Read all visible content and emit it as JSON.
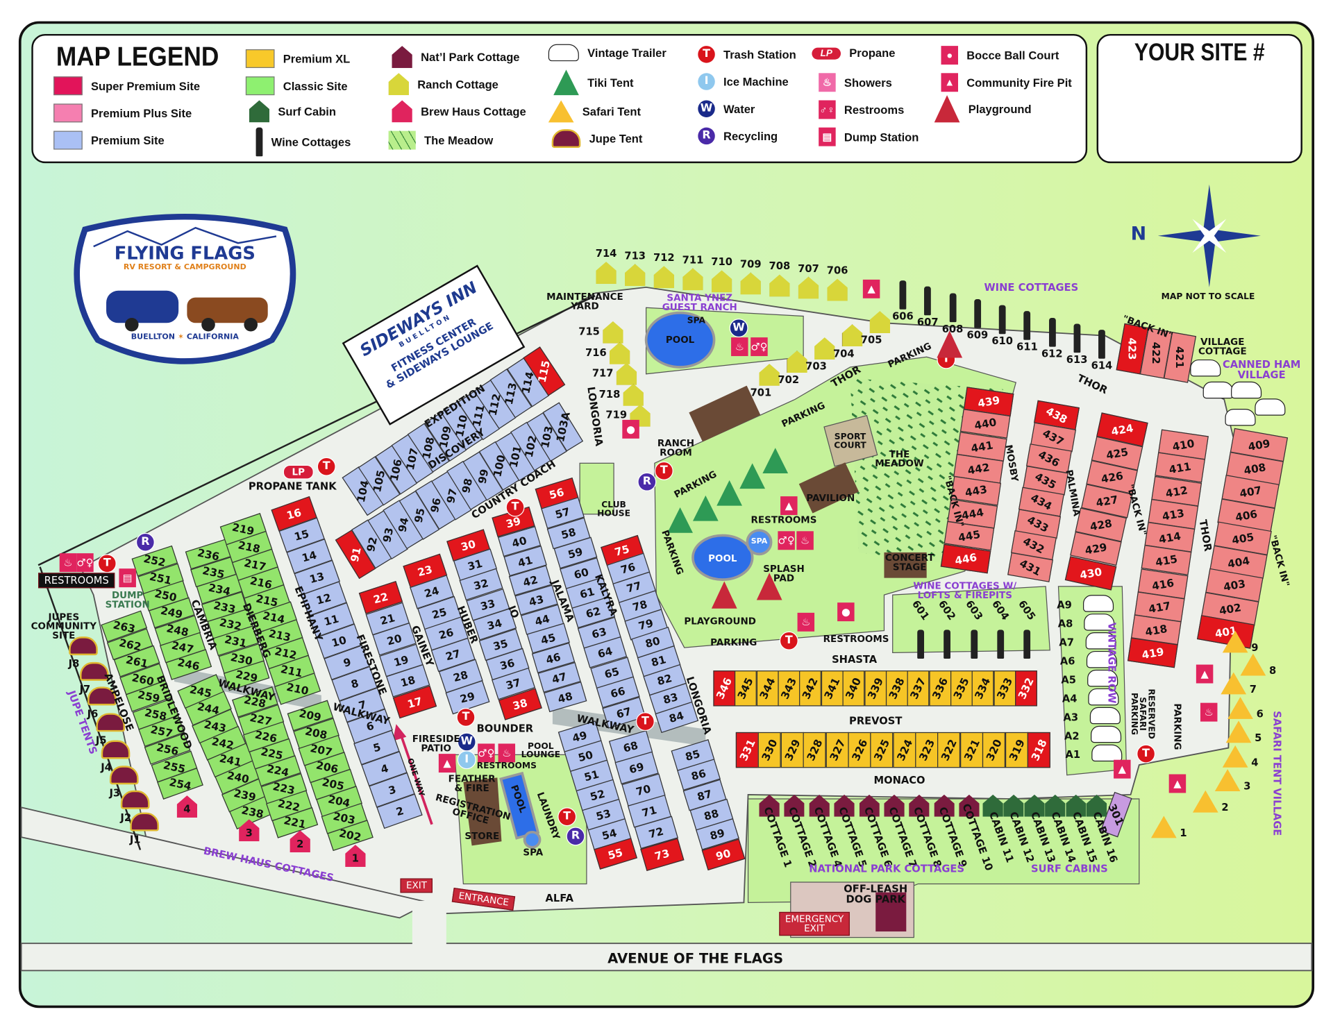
{
  "legend": {
    "title": "MAP LEGEND",
    "items": [
      {
        "label": "Super Premium Site",
        "icon": "swatch",
        "color": "#e2145a"
      },
      {
        "label": "Premium Plus Site",
        "icon": "swatch",
        "color": "#f57fb0"
      },
      {
        "label": "Premium Site",
        "icon": "swatch",
        "color": "#aac0f5"
      },
      {
        "label": "Premium XL",
        "icon": "swatch",
        "color": "#f8c92a"
      },
      {
        "label": "Classic Site",
        "icon": "swatch",
        "color": "#8ef070"
      },
      {
        "label": "Surf Cabin",
        "icon": "surf-cabin",
        "color": "#2f6b3a"
      },
      {
        "label": "Wine Cottages",
        "icon": "wine-bottle",
        "color": "#222222"
      },
      {
        "label": "Nat’l Park Cottage",
        "icon": "park-cottage",
        "color": "#7a1b3f"
      },
      {
        "label": "Ranch Cottage",
        "icon": "ranch-cottage",
        "color": "#d8d63a"
      },
      {
        "label": "Brew Haus Cottage",
        "icon": "brew-haus",
        "color": "#e0245e"
      },
      {
        "label": "The Meadow",
        "icon": "meadow",
        "color": "#b9ee8c"
      },
      {
        "label": "Vintage Trailer",
        "icon": "trailer",
        "color": "#ffffff"
      },
      {
        "label": "Tiki Tent",
        "icon": "tiki-tent",
        "color": "#2e9a55"
      },
      {
        "label": "Safari Tent",
        "icon": "safari-tent",
        "color": "#f8c030"
      },
      {
        "label": "Jupe Tent",
        "icon": "jupe-tent",
        "color": "#7a1b3f"
      },
      {
        "label": "Trash Station",
        "icon": "T",
        "color": "#d9141b"
      },
      {
        "label": "Ice Machine",
        "icon": "I",
        "color": "#8fc8ee"
      },
      {
        "label": "Water",
        "icon": "W",
        "color": "#1a2a8a"
      },
      {
        "label": "Recycling",
        "icon": "R",
        "color": "#4a2aa8"
      },
      {
        "label": "Propane",
        "icon": "LP",
        "color": "#d61d3a"
      },
      {
        "label": "Showers",
        "icon": "showers",
        "color": "#f06aa8"
      },
      {
        "label": "Restrooms",
        "icon": "restrooms",
        "color": "#e0245e"
      },
      {
        "label": "Dump Station",
        "icon": "dump-station",
        "color": "#e0245e"
      },
      {
        "label": "Bocce Ball Court",
        "icon": "bocce",
        "color": "#e0245e"
      },
      {
        "label": "Community Fire Pit",
        "icon": "fire-pit",
        "color": "#e0245e"
      },
      {
        "label": "Playground",
        "icon": "playground",
        "color": "#c8283a"
      }
    ]
  },
  "your_site": {
    "title": "YOUR SITE #",
    "value": ""
  },
  "logo": {
    "name": "FLYING FLAGS",
    "subtitle": "RV RESORT & CAMPGROUND",
    "city": "BUELLTON",
    "state": "CALIFORNIA"
  },
  "sign": {
    "name": "SIDEWAYS INN",
    "city": "BUELLTON",
    "line1": "FITNESS CENTER",
    "line2": "& SIDEWAYS LOUNGE"
  },
  "compass": {
    "north": "N"
  },
  "site_colors": {
    "super": "#e2161c",
    "plus": "#ef8585",
    "premium": "#b3c3ee",
    "xl": "#f6c526",
    "classic": "#93e46c",
    "other": "#c79be0"
  },
  "site_rows": [
    {
      "id": "r16",
      "type": "premium",
      "super": [
        "16"
      ],
      "sites": [
        "16",
        "15",
        "14",
        "13",
        "12",
        "11",
        "10",
        "9",
        "8",
        "7",
        "6",
        "5",
        "4",
        "3",
        "2"
      ]
    },
    {
      "id": "r22",
      "type": "premium",
      "super": [
        "22",
        "17"
      ],
      "sites": [
        "22",
        "21",
        "20",
        "19",
        "18",
        "17"
      ]
    },
    {
      "id": "r23",
      "type": "premium",
      "super": [
        "23"
      ],
      "sites": [
        "23",
        "24",
        "25",
        "26",
        "27",
        "28",
        "29"
      ]
    },
    {
      "id": "r30",
      "type": "premium",
      "super": [
        "30",
        "38"
      ],
      "sites": [
        "30",
        "31",
        "32",
        "33",
        "34",
        "35",
        "36",
        "37",
        "38"
      ]
    },
    {
      "id": "r39",
      "type": "premium",
      "super": [
        "39"
      ],
      "sites": [
        "39",
        "40",
        "41",
        "42",
        "43",
        "44",
        "45",
        "46",
        "47",
        "48"
      ]
    },
    {
      "id": "r49",
      "type": "premium",
      "super": [
        "55"
      ],
      "sites": [
        "49",
        "50",
        "51",
        "52",
        "53",
        "54",
        "55"
      ]
    },
    {
      "id": "r56",
      "type": "premium",
      "super": [
        "56"
      ],
      "sites": [
        "56",
        "57",
        "58",
        "59",
        "60",
        "61",
        "62",
        "63",
        "64",
        "65",
        "66",
        "67"
      ]
    },
    {
      "id": "r68",
      "type": "premium",
      "super": [
        "73"
      ],
      "sites": [
        "68",
        "69",
        "70",
        "71",
        "72",
        "73"
      ]
    },
    {
      "id": "r75",
      "type": "premium",
      "super": [
        "75"
      ],
      "sites": [
        "75",
        "76",
        "77",
        "78",
        "79",
        "80",
        "81",
        "82",
        "83",
        "84"
      ]
    },
    {
      "id": "r85",
      "type": "premium",
      "super": [
        "90"
      ],
      "sites": [
        "85",
        "86",
        "87",
        "88",
        "89",
        "90"
      ]
    },
    {
      "id": "r91",
      "type": "premium",
      "super": [
        "91"
      ],
      "sites": [
        "91",
        "92",
        "93",
        "94",
        "95",
        "96",
        "97",
        "98",
        "99",
        "100",
        "101",
        "102",
        "103",
        "103A"
      ]
    },
    {
      "id": "r104",
      "type": "premium",
      "super": [
        "115"
      ],
      "sites": [
        "104",
        "105",
        "106",
        "107",
        "108",
        "109",
        "110",
        "111",
        "112",
        "113",
        "114",
        "115"
      ]
    },
    {
      "id": "r252",
      "type": "classic",
      "super": [],
      "sites": [
        "252",
        "251",
        "250",
        "249",
        "248",
        "247",
        "246"
      ]
    },
    {
      "id": "r263",
      "type": "classic",
      "super": [],
      "sites": [
        "263",
        "262",
        "261",
        "260",
        "259",
        "258",
        "257",
        "256",
        "255",
        "254"
      ]
    },
    {
      "id": "r236",
      "type": "classic",
      "super": [],
      "sites": [
        "236",
        "235",
        "234",
        "233",
        "232",
        "231",
        "230",
        "229"
      ]
    },
    {
      "id": "r245",
      "type": "classic",
      "super": [],
      "sites": [
        "245",
        "244",
        "243",
        "242",
        "241",
        "240",
        "239",
        "238"
      ]
    },
    {
      "id": "r219",
      "type": "classic",
      "super": [],
      "sites": [
        "219",
        "218",
        "217",
        "216",
        "215",
        "214",
        "213",
        "212",
        "211",
        "210"
      ]
    },
    {
      "id": "r228",
      "type": "classic",
      "super": [],
      "sites": [
        "228",
        "227",
        "226",
        "225",
        "224",
        "223",
        "222",
        "221"
      ]
    },
    {
      "id": "r209",
      "type": "classic",
      "super": [],
      "sites": [
        "209",
        "208",
        "207",
        "206",
        "205",
        "204",
        "203",
        "202"
      ]
    },
    {
      "id": "r346",
      "type": "xl",
      "super": [
        "346",
        "332"
      ],
      "sites": [
        "346",
        "345",
        "344",
        "343",
        "342",
        "341",
        "340",
        "339",
        "338",
        "337",
        "336",
        "335",
        "334",
        "333",
        "332"
      ]
    },
    {
      "id": "r331",
      "type": "xl",
      "super": [
        "331",
        "318"
      ],
      "sites": [
        "331",
        "330",
        "329",
        "328",
        "327",
        "326",
        "325",
        "324",
        "323",
        "322",
        "321",
        "320",
        "319",
        "318"
      ]
    },
    {
      "id": "r439",
      "type": "plus",
      "super": [
        "439",
        "446"
      ],
      "sites": [
        "439",
        "440",
        "441",
        "442",
        "443",
        "444",
        "445",
        "446"
      ]
    },
    {
      "id": "r438",
      "type": "plus",
      "super": [
        "438"
      ],
      "sites": [
        "438",
        "437",
        "436",
        "435",
        "434",
        "433",
        "432",
        "431"
      ]
    },
    {
      "id": "r424",
      "type": "plus",
      "super": [
        "424",
        "430"
      ],
      "sites": [
        "424",
        "425",
        "426",
        "427",
        "428",
        "429",
        "430"
      ]
    },
    {
      "id": "r410",
      "type": "plus",
      "super": [
        "419"
      ],
      "sites": [
        "410",
        "411",
        "412",
        "413",
        "414",
        "415",
        "416",
        "417",
        "418",
        "419"
      ]
    },
    {
      "id": "r409",
      "type": "plus",
      "super": [
        "401"
      ],
      "sites": [
        "409",
        "408",
        "407",
        "406",
        "405",
        "404",
        "403",
        "402",
        "401"
      ]
    },
    {
      "id": "r423",
      "type": "plus",
      "super": [
        "423"
      ],
      "sites": [
        "423",
        "422",
        "421"
      ]
    },
    {
      "id": "r301",
      "type": "other",
      "super": [],
      "sites": [
        "301"
      ]
    }
  ],
  "units": {
    "ranch_top": [
      "714",
      "713",
      "712",
      "711",
      "710",
      "709",
      "708",
      "707",
      "706"
    ],
    "ranch_col": [
      "715",
      "716",
      "717",
      "718",
      "719"
    ],
    "ranch_inner": [
      "701",
      "702",
      "703",
      "704",
      "705"
    ],
    "wine_top": [
      "606",
      "607",
      "608",
      "609",
      "610",
      "611",
      "612",
      "613",
      "614"
    ],
    "wine_lofts": [
      "601",
      "602",
      "603",
      "604",
      "605"
    ],
    "trailers": [
      "A9",
      "A8",
      "A7",
      "A6",
      "A5",
      "A4",
      "A3",
      "A2",
      "A1"
    ],
    "safari": [
      "9",
      "8",
      "7",
      "6",
      "5",
      "4",
      "3",
      "2",
      "1"
    ],
    "jupes": [
      "J8",
      "J7",
      "J6",
      "J5",
      "J4",
      "J3",
      "J2",
      "J1"
    ],
    "brew_haus": [
      "4",
      "3",
      "2",
      "1"
    ],
    "park_cottages": [
      "COTTAGE 1",
      "COTTAGE 2",
      "COTTAGE 4",
      "COTTAGE 5",
      "COTTAGE 6",
      "COTTAGE 7",
      "COTTAGE 8",
      "COTTAGE 9",
      "COTTAGE 10"
    ],
    "surf_cabins": [
      "CABIN 11",
      "CABIN 12",
      "CABIN 13",
      "CABIN 14",
      "CABIN 15",
      "CABIN 16"
    ]
  },
  "markers": {
    "trash": {
      "glyph": "T",
      "color": "#d9141b"
    },
    "recycling": {
      "glyph": "R",
      "color": "#4a2aa8"
    },
    "water": {
      "glyph": "W",
      "color": "#1a2a8a"
    },
    "ice": {
      "glyph": "I",
      "color": "#8fc8ee"
    },
    "propane": {
      "glyph": "LP",
      "color": "#d61d3a"
    }
  },
  "labels": {
    "propane_tank": "PROPANE TANK",
    "restrooms_left": "RESTROOMS",
    "dump_station": "DUMP\nSTATION",
    "jupes_site": "JUPES\nCOMMUNITY\nSITE",
    "jupe_tents": "JUPE TENTS",
    "brew_haus": "BREW HAUS COTTAGES",
    "ampelose": "AMPELOSE",
    "bridlewood": "BRIDLEWOOD",
    "cambria": "CAMBRIA",
    "dierberg": "DIERBERG",
    "epiphany": "EPIPHANY",
    "firestone": "FIRESTONE",
    "gainey": "GAINEY",
    "huber": "HUBER",
    "io": "IO",
    "jalama": "JALAMA",
    "kalyra": "KALYRA",
    "longoria1": "LONGORIA",
    "longoria2": "LONGORIA",
    "walkway1": "WALKWAY",
    "walkway2": "WALKWAY",
    "walkway3": "WALKWAY",
    "one_way": "ONE WAY",
    "expedition": "EXPEDITION",
    "discovery": "DISCOVERY",
    "country_coach": "COUNTRY COACH",
    "bounder": "BOUNDER",
    "fireside": "FIRESIDE\nPATIO",
    "pool_lounge": "POOL\nLOUNGE",
    "restrooms_center": "RESTROOMS",
    "feather_fire": "FEATHER\n& FIRE",
    "registration": "REGISTRATION\nOFFICE",
    "store": "STORE",
    "pool1": "POOL",
    "laundry": "LAUNDRY",
    "spa1": "SPA",
    "exit": "EXIT",
    "entrance": "ENTRANCE",
    "alfa": "ALFA",
    "avenue": "AVENUE OF THE FLAGS",
    "maintenance": "MAINTENANCE\nYARD",
    "santa_ynez": "SANTA YNEZ\nGUEST RANCH",
    "pool2": "POOL",
    "spa2": "SPA",
    "ranch_room": "RANCH\nROOM",
    "club_house": "CLUB\nHOUSE",
    "thor1": "THOR",
    "thor2": "THOR",
    "thor3": "THOR",
    "parking1": "PARKING",
    "parking2": "PARKING",
    "parking3": "PARKING",
    "parking4": "PARKING",
    "parking5": "PARKING",
    "parking6": "PARKING",
    "reserved": "RESERVED\nSAFARI\nPARKING",
    "sport_court": "SPORT\nCOURT",
    "meadow": "THE\nMEADOW",
    "pavilion": "PAVILION",
    "restrooms2": "RESTROOMS",
    "pool3": "POOL",
    "spa3": "SPA",
    "splash": "SPLASH\nPAD",
    "playground": "PLAYGROUND",
    "restrooms3": "RESTROOMS",
    "concert": "CONCERT\nSTAGE",
    "wine_lofts": "WINE COTTAGES W/\nLOFTS & FIREPITS",
    "wine_cottages": "WINE COTTAGES",
    "back_in1": "\"BACK IN\"",
    "back_in2": "\"BACK IN\"",
    "back_in3": "\"BACK IN\"",
    "back_in4": "\"BACK IN\"",
    "mosby": "MOSBY",
    "palmina": "PALMINA",
    "shasta": "SHASTA",
    "prevost": "PREVOST",
    "monaco": "MONACO",
    "village_cottage": "VILLAGE\nCOTTAGE",
    "canned_ham": "CANNED HAM\nVILLAGE",
    "vintage_row": "VINTAGE ROW",
    "safari_village": "SAFARI TENT VILLAGE",
    "np_cottages": "NATIONAL PARK COTTAGES",
    "surf_cabins": "SURF CABINS",
    "dog_park": "OFF-LEASH\nDOG PARK",
    "emergency": "EMERGENCY\nEXIT",
    "map_not_to_scale": "MAP NOT TO SCALE"
  }
}
